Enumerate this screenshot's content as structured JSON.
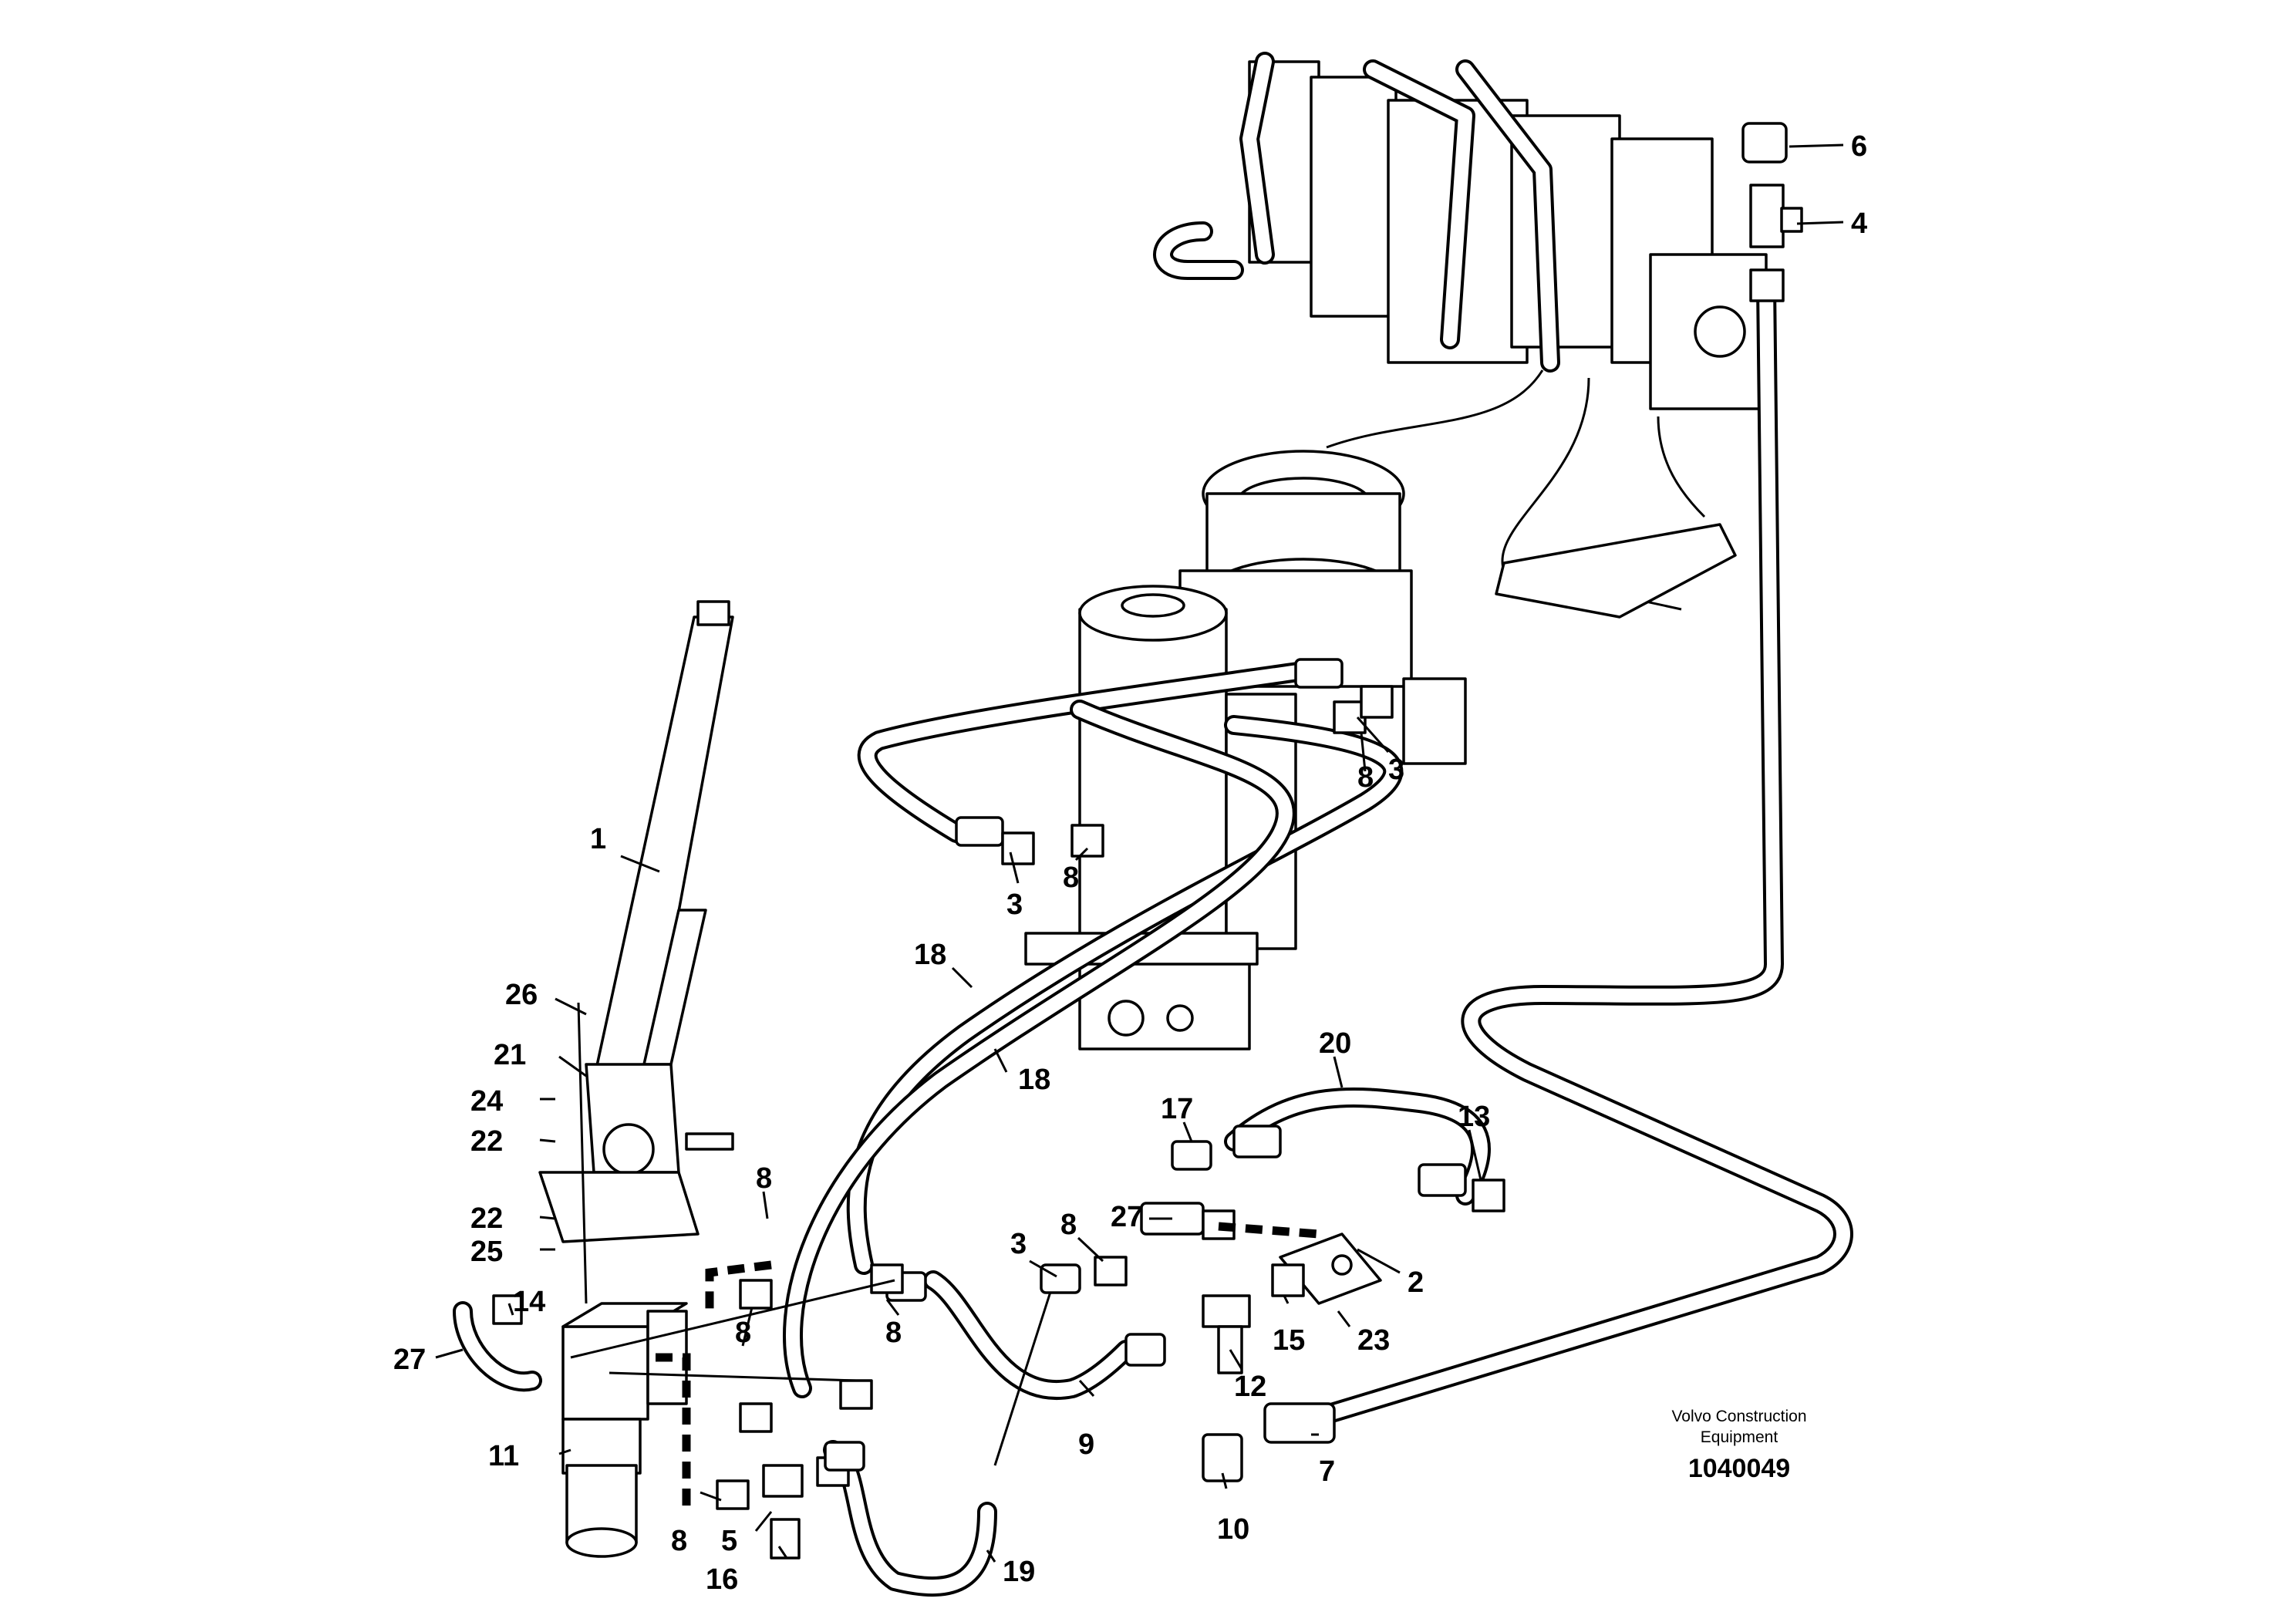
{
  "callouts": {
    "c1": "1",
    "c2": "2",
    "c3a": "3",
    "c3b": "3",
    "c3c": "3",
    "c4": "4",
    "c5": "5",
    "c6": "6",
    "c7": "7",
    "c8a": "8",
    "c8b": "8",
    "c8c": "8",
    "c8d": "8",
    "c8e": "8",
    "c8f": "8",
    "c8g": "8",
    "c9": "9",
    "c10": "10",
    "c11": "11",
    "c12": "12",
    "c13": "13",
    "c14": "14",
    "c15": "15",
    "c16": "16",
    "c17": "17",
    "c18a": "18",
    "c18b": "18",
    "c19": "19",
    "c20": "20",
    "c21": "21",
    "c22a": "22",
    "c22b": "22",
    "c23": "23",
    "c24": "24",
    "c25": "25",
    "c26": "26",
    "c27a": "27",
    "c27b": "27"
  },
  "credit": {
    "line1": "Volvo Construction",
    "line2": "Equipment",
    "doc_number": "1040049"
  }
}
